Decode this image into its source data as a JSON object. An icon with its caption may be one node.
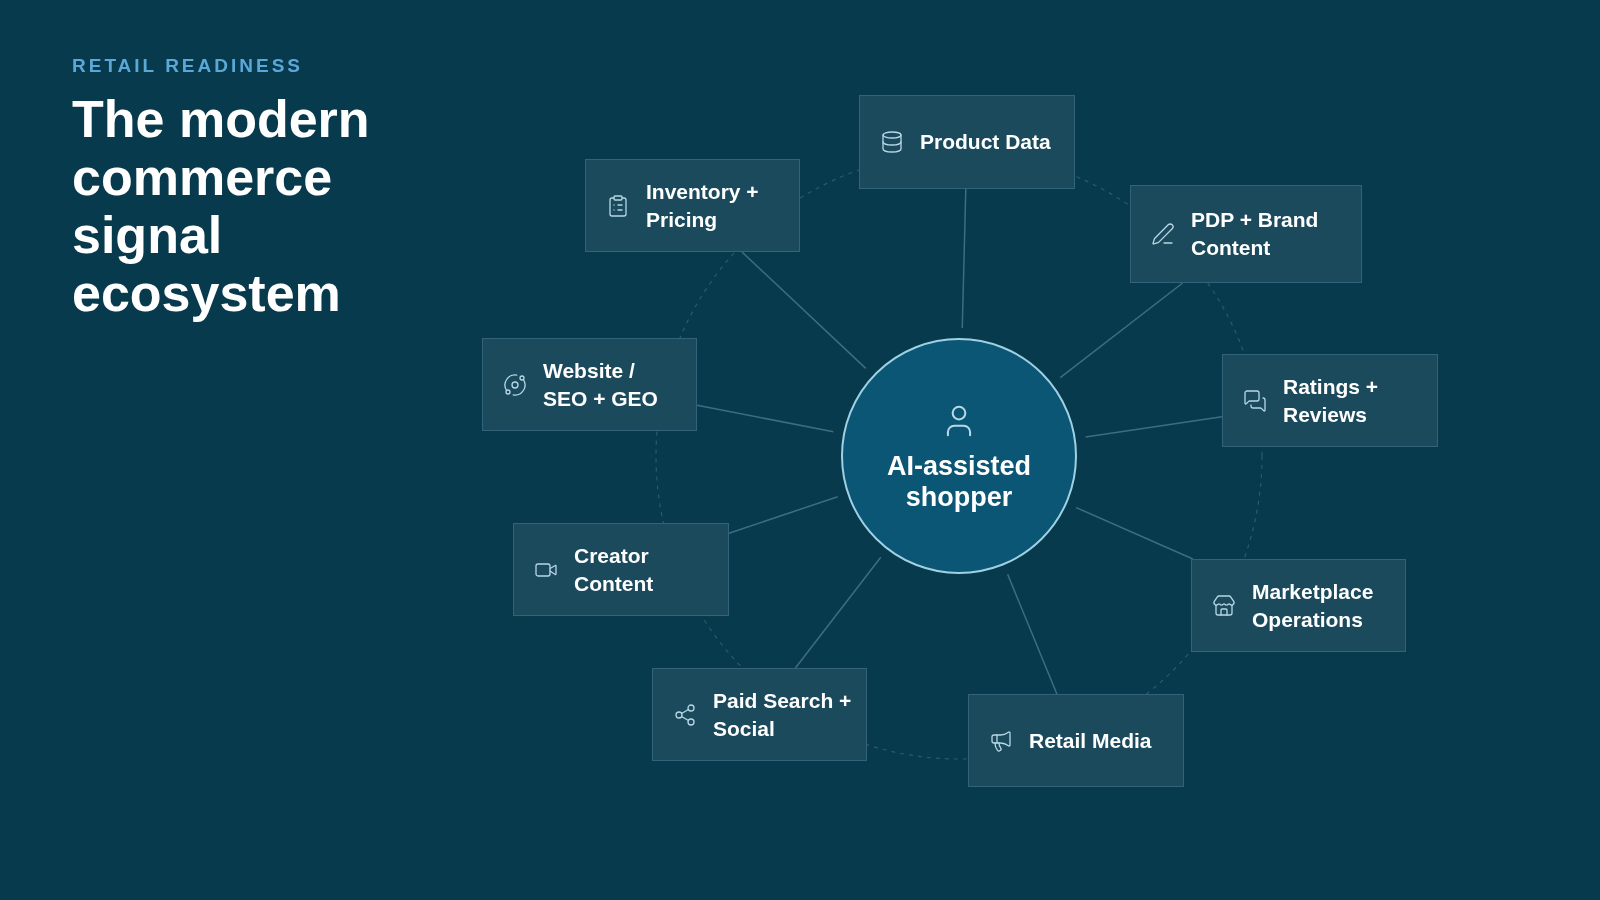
{
  "diagram": {
    "title": "The modern commerce signal ecosystem",
    "nodes": [
      {
        "text": [
          "AI-assisted shopper"
        ]
      },
      {
        "text": [
          "Product Data"
        ]
      },
      {
        "text": [
          "PDP + Brand Content"
        ]
      },
      {
        "text": [
          "Ratings + Reviews"
        ]
      },
      {
        "text": [
          "Marketplace Operations"
        ]
      },
      {
        "text": [
          "Retail Media"
        ]
      },
      {
        "text": [
          "Paid Search + Social"
        ]
      },
      {
        "text": [
          "Creator Content"
        ]
      },
      {
        "text": [
          "Website / SEO + GEO"
        ]
      },
      {
        "text": [
          "Inventory + Pricing"
        ]
      }
    ],
    "edges": [
      {
        "from": 0,
        "to": 1,
        "arrow": "none"
      },
      {
        "from": 0,
        "to": 2,
        "arrow": "none"
      },
      {
        "from": 0,
        "to": 3,
        "arrow": "none"
      },
      {
        "from": 0,
        "to": 4,
        "arrow": "none"
      },
      {
        "from": 0,
        "to": 5,
        "arrow": "none"
      },
      {
        "from": 0,
        "to": 6,
        "arrow": "none"
      },
      {
        "from": 0,
        "to": 7,
        "arrow": "none"
      },
      {
        "from": 0,
        "to": 8,
        "arrow": "none"
      },
      {
        "from": 0,
        "to": 9,
        "arrow": "none"
      }
    ],
    "labels": [
      "RETAIL READINESS"
    ]
  }
}
